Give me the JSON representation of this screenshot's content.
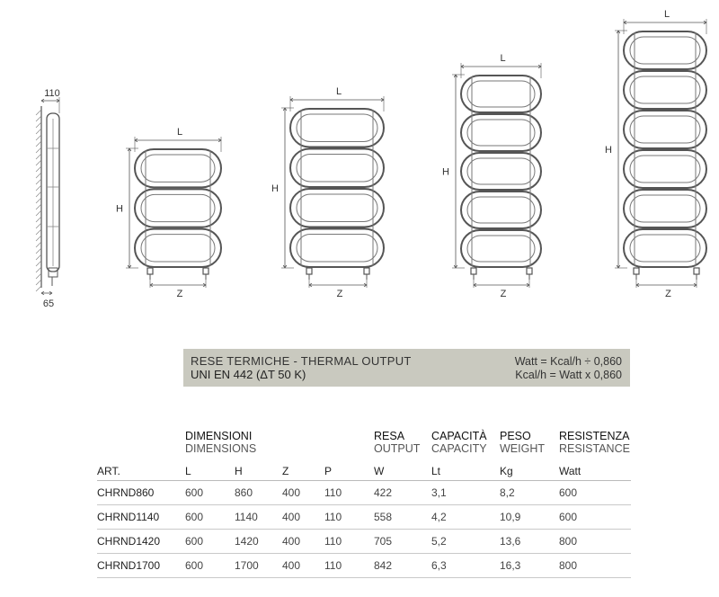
{
  "drawings": {
    "dim_labels": {
      "L": "L",
      "H": "H",
      "Z": "Z"
    },
    "side_view": {
      "depth_top": "110",
      "depth_bottom": "65"
    },
    "units": [
      {
        "model": "CHRND860",
        "loops": 3
      },
      {
        "model": "CHRND1140",
        "loops": 4
      },
      {
        "model": "CHRND1420",
        "loops": 5
      },
      {
        "model": "CHRND1700",
        "loops": 6
      }
    ]
  },
  "thermal": {
    "title": "RESE TERMICHE - THERMAL OUTPUT",
    "subtitle": "UNI EN 442 (ΔT 50 K)",
    "formula1": "Watt = Kcal/h ÷ 0,860",
    "formula2": "Kcal/h = Watt x 0,860"
  },
  "table": {
    "groups": {
      "dimensions": {
        "it": "DIMENSIONI",
        "en": "DIMENSIONS"
      },
      "output": {
        "it": "RESA",
        "en": "OUTPUT"
      },
      "capacity": {
        "it": "CAPACITÀ",
        "en": "CAPACITY"
      },
      "weight": {
        "it": "PESO",
        "en": "WEIGHT"
      },
      "resistance": {
        "it": "RESISTENZA",
        "en": "RESISTANCE"
      }
    },
    "units_row": {
      "art": "ART.",
      "l": "L",
      "h": "H",
      "z": "Z",
      "p": "P",
      "output": "W",
      "capacity": "Lt",
      "weight": "Kg",
      "resistance": "Watt"
    },
    "rows": [
      {
        "art": "CHRND860",
        "l": "600",
        "h": "860",
        "z": "400",
        "p": "110",
        "w": "422",
        "lt": "3,1",
        "kg": "8,2",
        "watt": "600"
      },
      {
        "art": "CHRND1140",
        "l": "600",
        "h": "1140",
        "z": "400",
        "p": "110",
        "w": "558",
        "lt": "4,2",
        "kg": "10,9",
        "watt": "600"
      },
      {
        "art": "CHRND1420",
        "l": "600",
        "h": "1420",
        "z": "400",
        "p": "110",
        "w": "705",
        "lt": "5,2",
        "kg": "13,6",
        "watt": "800"
      },
      {
        "art": "CHRND1700",
        "l": "600",
        "h": "1700",
        "z": "400",
        "p": "110",
        "w": "842",
        "lt": "6,3",
        "kg": "16,3",
        "watt": "800"
      }
    ]
  }
}
